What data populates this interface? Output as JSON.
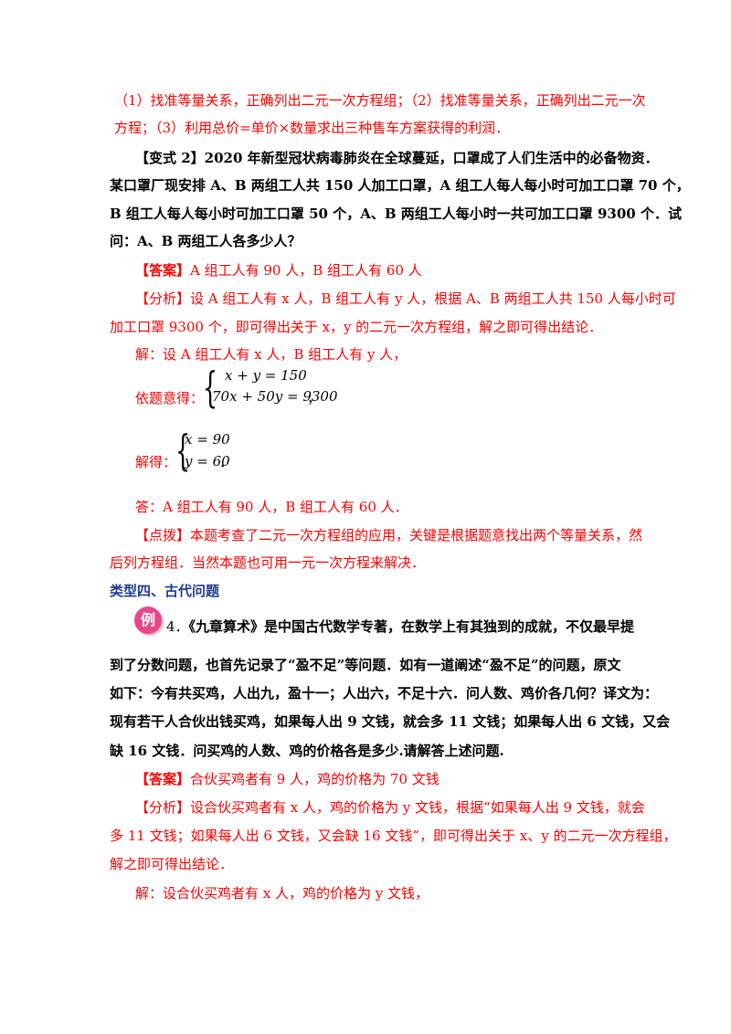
{
  "analysis_tail": {
    "line1": "（1）找准等量关系，正确列出二元一次方程组；（2）找准等量关系，正确列出二元一次",
    "line2": "方程；（3）利用总价=单价×数量求出三种售车方案获得的利润．"
  },
  "variant2": {
    "tag": "【变式 2】",
    "line1": "2020 年新型冠状病毒肺炎在全球蔓延，口罩成了人们生活中的必备物资．",
    "line2": "某口罩厂现安排 A、B 两组工人共 150 人加工口罩，A 组工人每人每小时可加工口罩 70 个，",
    "line3": "B 组工人每人每小时可加工口罩 50 个，A、B 两组工人每小时一共可加工口罩 9300 个．试",
    "line4": "问：A、B 两组工人各多少人？"
  },
  "answer1": {
    "tag": "【答案】",
    "text": "A 组工人有 90 人，B 组工人有 60 人"
  },
  "analysis1": {
    "tag": "【分析】",
    "line1": "设 A 组工人有 x 人，B 组工人有 y 人，根据 A、B 两组工人共 150 人每小时可",
    "line2": "加工口罩 9300 个，即可得出关于 x，y 的二元一次方程组，解之即可得出结论．"
  },
  "solution1": {
    "intro": "解：设 A 组工人有 x 人，B 组工人有 y 人，",
    "setup_label": "依题意得：",
    "eq1": "x + y = 150",
    "eq2": "70x + 50y = 9300",
    "eq_end": "，",
    "solve_label": "解得：",
    "sol1": "x = 90",
    "sol2": "y = 60",
    "sol_end": "．",
    "conclusion": "答：A 组工人有 90 人，B 组工人有 60 人．"
  },
  "comment1": {
    "tag": "【点拨】",
    "line1": "本题考查了二元一次方程组的应用，关键是根据题意找出两个等量关系，然",
    "line2": "后列方程组．当然本题也可用一元一次方程来解决．"
  },
  "section": {
    "title": "类型四、古代问题"
  },
  "example4": {
    "badge": "例",
    "number": "4．",
    "line1": "《九章算术》是中国古代数学专著，在数学上有其独到的成就，不仅最早提",
    "line2": "到了分数问题，也首先记录了“盈不足”等问题．如有一道阐述“盈不足”的问题，原文",
    "line3": "如下：今有共买鸡，人出九，盈十一；人出六，不足十六．问人数、鸡价各几何？译文为：",
    "line4": "现有若干人合伙出钱买鸡，如果每人出 9 文钱，就会多 11 文钱；如果每人出 6 文钱，又会",
    "line5": "缺 16 文钱．问买鸡的人数、鸡的价格各是多少.请解答上述问题."
  },
  "answer2": {
    "tag": "【答案】",
    "text": "合伙买鸡者有 9 人，鸡的价格为 70 文钱"
  },
  "analysis2": {
    "tag": "【分析】",
    "line1": "设合伙买鸡者有 x 人，鸡的价格为 y 文钱，根据“如果每人出 9 文钱，就会",
    "line2": "多 11 文钱；如果每人出 6 文钱，又会缺 16 文钱”，即可得出关于 x、y 的二元一次方程组，",
    "line3": "解之即可得出结论．"
  },
  "solution2": {
    "intro": "解：设合伙买鸡者有 x 人，鸡的价格为 y 文钱，"
  },
  "colors": {
    "red_text": "#ff0000",
    "heading_blue": "#1f3a93",
    "badge_pink": "#e8478a"
  }
}
